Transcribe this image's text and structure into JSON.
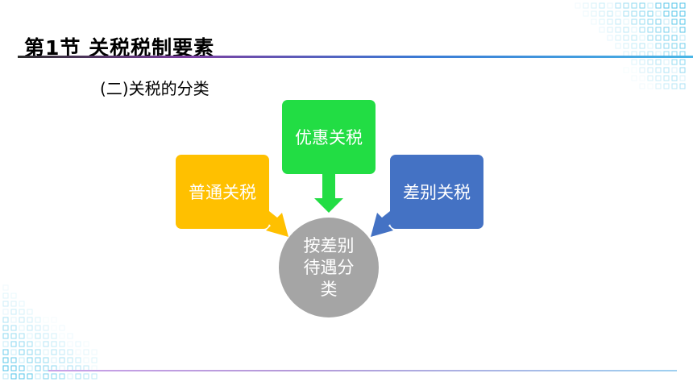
{
  "slide": {
    "title": "第1节  关税税制要素",
    "subtitle": "(二)关税的分类",
    "diagram": {
      "center": "按差别待遇分类",
      "top": "优惠关税",
      "left": "普通关税",
      "right": "差别关税"
    }
  },
  "colors": {
    "top_box": "#22dd44",
    "left_box": "#ffc000",
    "right_box": "#4472c4",
    "center": "#a5a5a5"
  }
}
